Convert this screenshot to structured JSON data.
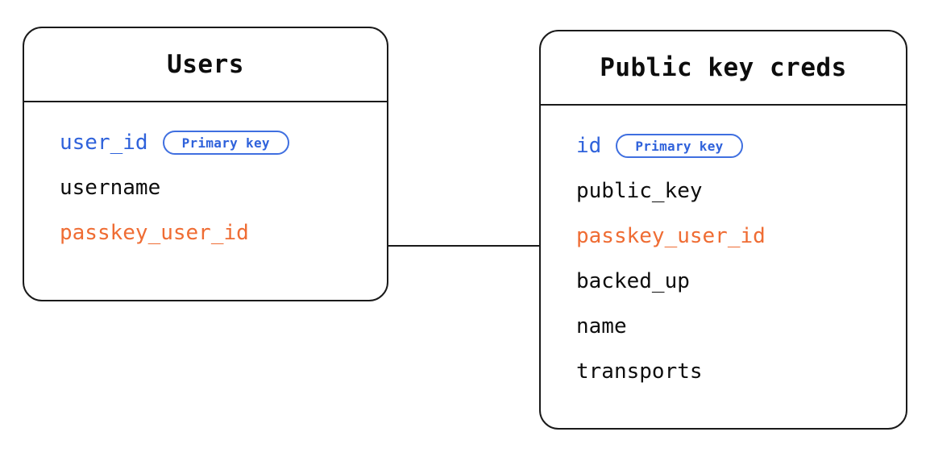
{
  "diagram": {
    "type": "entity-relationship",
    "background_color": "#ffffff",
    "line_color": "#1a1a1a",
    "key_color": "#2f62db",
    "foreign_key_color": "#ef6c33",
    "text_color": "#0d0d0d"
  },
  "entities": [
    {
      "id": "users",
      "title": "Users",
      "fields": [
        {
          "name": "user_id",
          "role": "key",
          "badge": "Primary key"
        },
        {
          "name": "username",
          "role": "plain",
          "badge": null
        },
        {
          "name": "passkey_user_id",
          "role": "fk",
          "badge": null
        }
      ]
    },
    {
      "id": "public-key-creds",
      "title": "Public key creds",
      "fields": [
        {
          "name": "id",
          "role": "key",
          "badge": "Primary key"
        },
        {
          "name": "public_key",
          "role": "plain",
          "badge": null
        },
        {
          "name": "passkey_user_id",
          "role": "fk",
          "badge": null
        },
        {
          "name": "backed_up",
          "role": "plain",
          "badge": null
        },
        {
          "name": "name",
          "role": "plain",
          "badge": null
        },
        {
          "name": "transports",
          "role": "plain",
          "badge": null
        }
      ]
    }
  ],
  "relationship": {
    "from": "users.passkey_user_id",
    "to": "public-key-creds.passkey_user_id",
    "style": "straight-line"
  }
}
